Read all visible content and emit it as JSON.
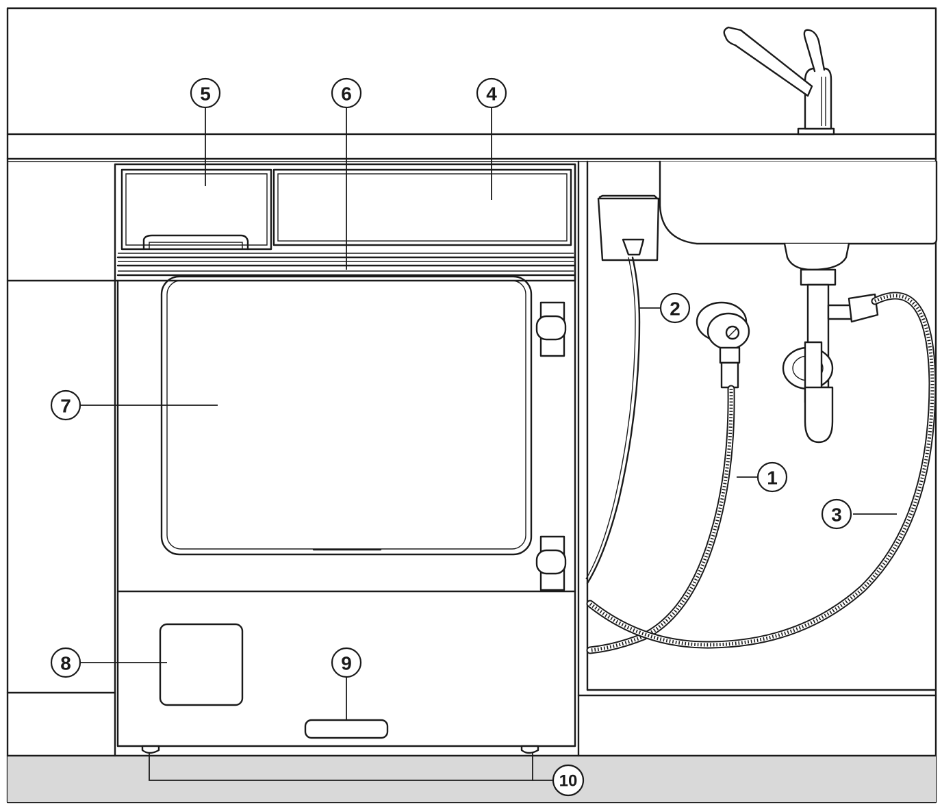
{
  "callouts": [
    {
      "label": "1",
      "name": "water-inlet-hose"
    },
    {
      "label": "2",
      "name": "power-cord"
    },
    {
      "label": "3",
      "name": "drain-hose"
    },
    {
      "label": "4",
      "name": "control-panel"
    },
    {
      "label": "5",
      "name": "dispenser-compartment"
    },
    {
      "label": "6",
      "name": "door-seal"
    },
    {
      "label": "7",
      "name": "door"
    },
    {
      "label": "8",
      "name": "service-panel"
    },
    {
      "label": "9",
      "name": "kick-plate-handle"
    },
    {
      "label": "10",
      "name": "adjustable-feet"
    }
  ],
  "colors": {
    "line": "#1a1a1a",
    "floor": "#d9d9d9",
    "background": "#ffffff"
  }
}
